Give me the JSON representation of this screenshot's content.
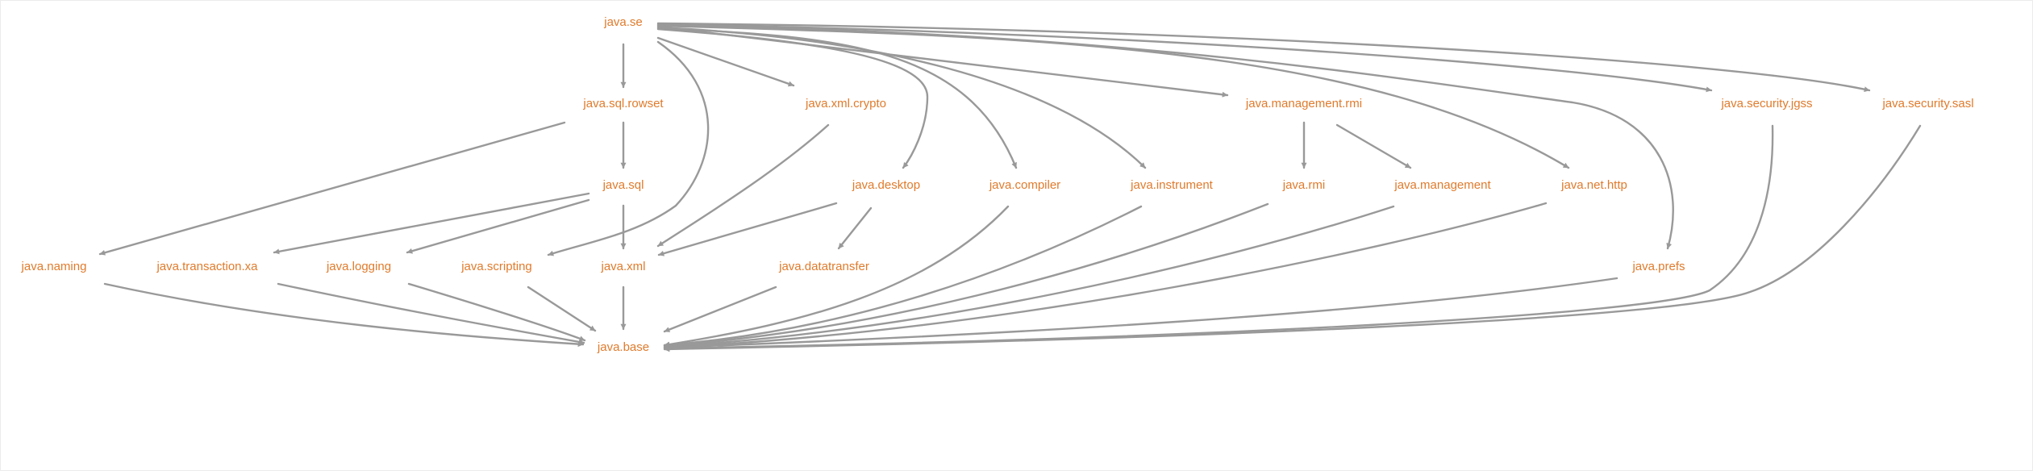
{
  "diagram": {
    "colors": {
      "node_text": "#e07b2c",
      "edge": "#999999",
      "background": "#ffffff"
    },
    "nodes": [
      {
        "id": "java.se",
        "label": "java.se"
      },
      {
        "id": "java.sql.rowset",
        "label": "java.sql.rowset"
      },
      {
        "id": "java.xml.crypto",
        "label": "java.xml.crypto"
      },
      {
        "id": "java.management.rmi",
        "label": "java.management.rmi"
      },
      {
        "id": "java.security.jgss",
        "label": "java.security.jgss"
      },
      {
        "id": "java.security.sasl",
        "label": "java.security.sasl"
      },
      {
        "id": "java.sql",
        "label": "java.sql"
      },
      {
        "id": "java.desktop",
        "label": "java.desktop"
      },
      {
        "id": "java.compiler",
        "label": "java.compiler"
      },
      {
        "id": "java.instrument",
        "label": "java.instrument"
      },
      {
        "id": "java.rmi",
        "label": "java.rmi"
      },
      {
        "id": "java.management",
        "label": "java.management"
      },
      {
        "id": "java.net.http",
        "label": "java.net.http"
      },
      {
        "id": "java.naming",
        "label": "java.naming"
      },
      {
        "id": "java.transaction.xa",
        "label": "java.transaction.xa"
      },
      {
        "id": "java.logging",
        "label": "java.logging"
      },
      {
        "id": "java.scripting",
        "label": "java.scripting"
      },
      {
        "id": "java.xml",
        "label": "java.xml"
      },
      {
        "id": "java.datatransfer",
        "label": "java.datatransfer"
      },
      {
        "id": "java.prefs",
        "label": "java.prefs"
      },
      {
        "id": "java.base",
        "label": "java.base"
      }
    ],
    "edges": [
      {
        "from": "java.se",
        "to": "java.sql.rowset"
      },
      {
        "from": "java.se",
        "to": "java.xml.crypto"
      },
      {
        "from": "java.se",
        "to": "java.scripting"
      },
      {
        "from": "java.se",
        "to": "java.desktop"
      },
      {
        "from": "java.se",
        "to": "java.compiler"
      },
      {
        "from": "java.se",
        "to": "java.instrument"
      },
      {
        "from": "java.se",
        "to": "java.management.rmi"
      },
      {
        "from": "java.se",
        "to": "java.net.http"
      },
      {
        "from": "java.se",
        "to": "java.prefs"
      },
      {
        "from": "java.se",
        "to": "java.security.jgss"
      },
      {
        "from": "java.se",
        "to": "java.security.sasl"
      },
      {
        "from": "java.sql.rowset",
        "to": "java.sql"
      },
      {
        "from": "java.sql.rowset",
        "to": "java.naming"
      },
      {
        "from": "java.xml.crypto",
        "to": "java.xml"
      },
      {
        "from": "java.management.rmi",
        "to": "java.rmi"
      },
      {
        "from": "java.management.rmi",
        "to": "java.management"
      },
      {
        "from": "java.sql",
        "to": "java.transaction.xa"
      },
      {
        "from": "java.sql",
        "to": "java.logging"
      },
      {
        "from": "java.sql",
        "to": "java.xml"
      },
      {
        "from": "java.desktop",
        "to": "java.xml"
      },
      {
        "from": "java.desktop",
        "to": "java.datatransfer"
      },
      {
        "from": "java.naming",
        "to": "java.base"
      },
      {
        "from": "java.transaction.xa",
        "to": "java.base"
      },
      {
        "from": "java.logging",
        "to": "java.base"
      },
      {
        "from": "java.scripting",
        "to": "java.base"
      },
      {
        "from": "java.xml",
        "to": "java.base"
      },
      {
        "from": "java.datatransfer",
        "to": "java.base"
      },
      {
        "from": "java.compiler",
        "to": "java.base"
      },
      {
        "from": "java.instrument",
        "to": "java.base"
      },
      {
        "from": "java.rmi",
        "to": "java.base"
      },
      {
        "from": "java.management",
        "to": "java.base"
      },
      {
        "from": "java.net.http",
        "to": "java.base"
      },
      {
        "from": "java.prefs",
        "to": "java.base"
      },
      {
        "from": "java.security.jgss",
        "to": "java.base"
      },
      {
        "from": "java.security.sasl",
        "to": "java.base"
      }
    ]
  }
}
